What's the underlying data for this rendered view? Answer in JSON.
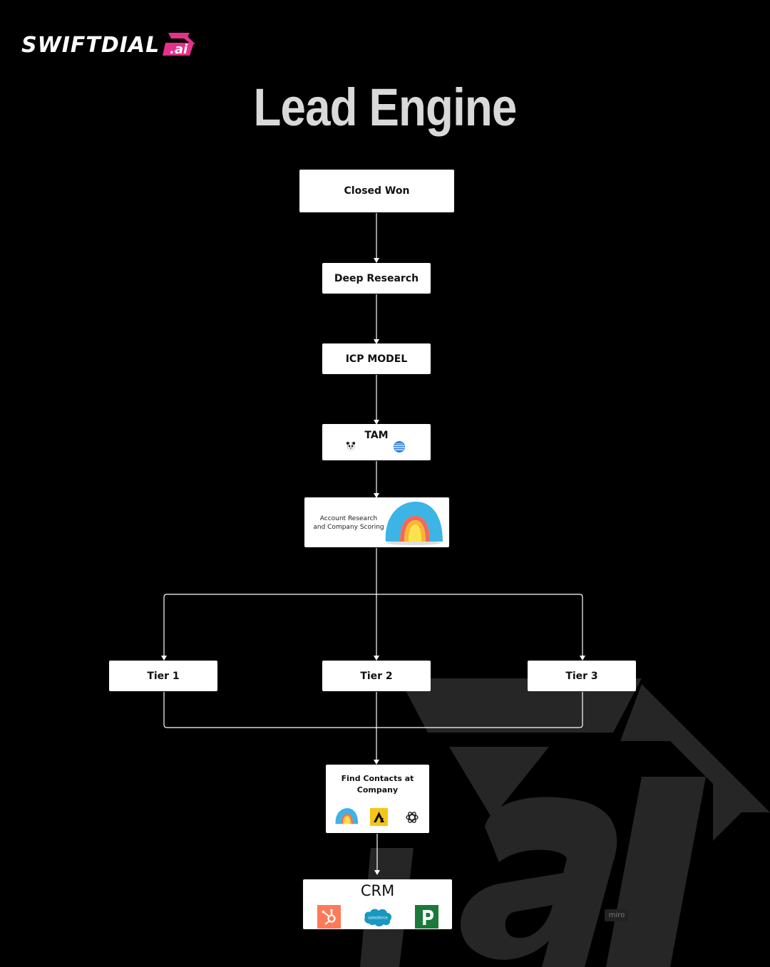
{
  "brand": {
    "name": "SWIFTDIAL",
    "suffix": ".ai"
  },
  "title": "Lead Engine",
  "nodes": {
    "closed_won": "Closed Won",
    "deep_research": "Deep Research",
    "icp_model": "ICP MODEL",
    "tam": "TAM",
    "account_research_line1": "Account Research",
    "account_research_line2": "and Company Scoring",
    "tier1": "Tier 1",
    "tier2": "Tier 2",
    "tier3": "Tier 3",
    "find_contacts_line1": "Find Contacts at",
    "find_contacts_line2": "Company",
    "crm": "CRM"
  },
  "icons": {
    "tam": [
      "panda-icon",
      "blue-globe-icon"
    ],
    "account_research": [
      "clay-arch-icon"
    ],
    "find_contacts": [
      "clay-arch-icon",
      "apollo-icon",
      "openai-icon"
    ],
    "crm": [
      "hubspot-icon",
      "salesforce-icon",
      "pipedrive-icon"
    ]
  },
  "crm_logo_text": {
    "salesforce": "salesforce"
  },
  "badge": "miro",
  "colors": {
    "background": "#000000",
    "node": "#ffffff",
    "connector": "#ffffff",
    "brand_accent": "#e6308a",
    "hubspot": "#ff7a59",
    "salesforce": "#1798c1",
    "pipedrive": "#1a7a3a",
    "apollo": "#f5c518",
    "watermark": "#2a2a2a"
  }
}
